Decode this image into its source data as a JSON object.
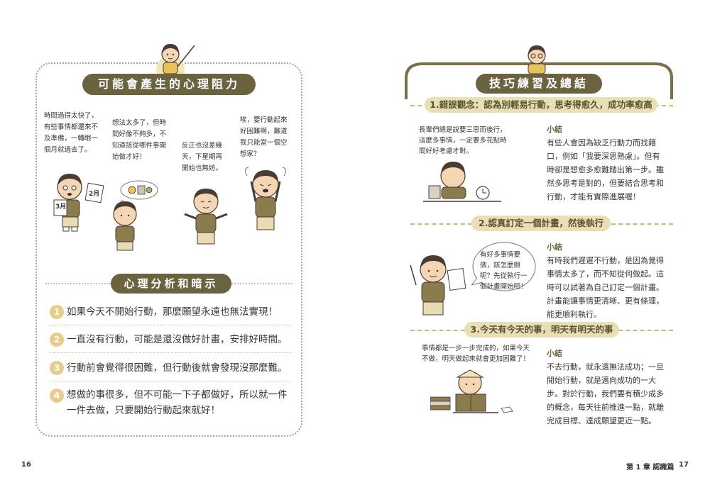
{
  "left_page": {
    "title": "可能會產生的心理阻力",
    "bubbles": [
      "時間過得太快了，有些事情都還來不及準備，一轉眼一個月就過去了。",
      "想法太多了，但時間好像不夠多，不知道該從哪件事開始做才好！",
      "反正也沒差幾天，下星期再開始也無妨。",
      "唉，要行動起來好困難啊，難道我只能當一個空想家？"
    ],
    "calendar": {
      "page_a": "3月",
      "page_b": "2月"
    },
    "analysis_title": "心理分析和暗示",
    "tips": [
      {
        "num": "1",
        "text": "如果今天不開始行動，那麼願望永遠也無法實現！"
      },
      {
        "num": "2",
        "text": "一直沒有行動，可能是還沒做好計畫，安排好時間。"
      },
      {
        "num": "3",
        "text": "行動前會覺得很困難，但行動後就會發現沒那麼難。"
      },
      {
        "num": "4",
        "text": "想做的事很多，但不可能一下子都做好，所以就一件一件去做，只要開始行動起來就好！"
      }
    ],
    "page_number": "16"
  },
  "right_page": {
    "title": "技巧練習及總結",
    "sections": [
      {
        "heading": "1.錯誤觀念：認為別輕易行動，思考得愈久，成功率愈高",
        "quote": "長輩們總是說要三思而後行，這麼多事情，一定要多花點時間好好考慮才對。",
        "note_label": "小結",
        "note": "有些人會因為缺乏行動力而找藉口，例如「我要深思熟慮」。但有時卻是想愈多愈難踏出第一步。雖然多思考是對的，但要結合思考和行動，才能有實際進展喔！"
      },
      {
        "heading": "2.認真訂定一個計畫，然後執行",
        "quote": "有好多事情要做，該怎麼辦呢？先從執行一個計畫開始吧！",
        "note_label": "小結",
        "note": "有時我們遲遲不行動，是因為覺得事情太多了，而不知從何做起。這時可以試著為自己訂定一個計畫。計畫能讓事情更清晰、更有條理，能更順利執行。"
      },
      {
        "heading": "3.今天有今天的事，明天有明天的事",
        "quote": "事情都是一步一步完成的，如果今天不做，明天做起來就會更加困難了！",
        "note_label": "小結",
        "note": "不去行動，就永遠無法成功；一旦開始行動，就是邁向成功的一大步。對於行動，我們要有積少成多的概念，每天往前推進一點，就離完成目標、達成願望更近一點。"
      }
    ],
    "chapter": "第 1 章 認識篇",
    "page_number": "17"
  },
  "colors": {
    "olive": "#6b6240",
    "tan_circle": "#e7cd8c",
    "pale_tan": "#e8dfb6",
    "skin": "#f4d6b4",
    "shirt": "#8a7c4c",
    "hair": "#4a3c32"
  }
}
